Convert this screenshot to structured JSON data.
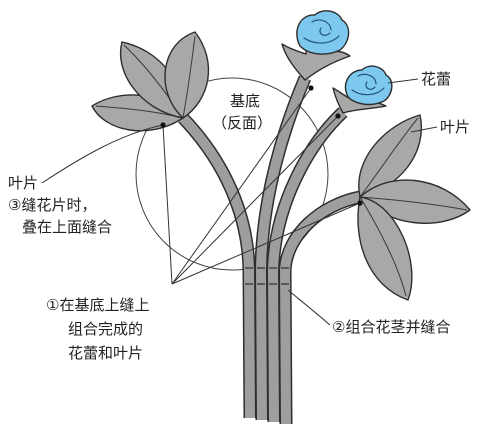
{
  "labels": {
    "base": "基底",
    "base_side": "（反面）",
    "bud": "花蕾",
    "leaf_right": "叶片",
    "leaf_left": "叶片",
    "step3_line1": "③缝花片时，",
    "step3_line2": "叠在上面缝合",
    "step1_line1": "①在基底上缝上",
    "step1_line2": "组合完成的",
    "step1_line3": "花蕾和叶片",
    "step2": "②组合花茎并缝合"
  },
  "colors": {
    "leaf": "#a8a8a8",
    "stem": "#9e9e9e",
    "bud": "#7cc8ee",
    "outline": "#2e2e2e"
  }
}
